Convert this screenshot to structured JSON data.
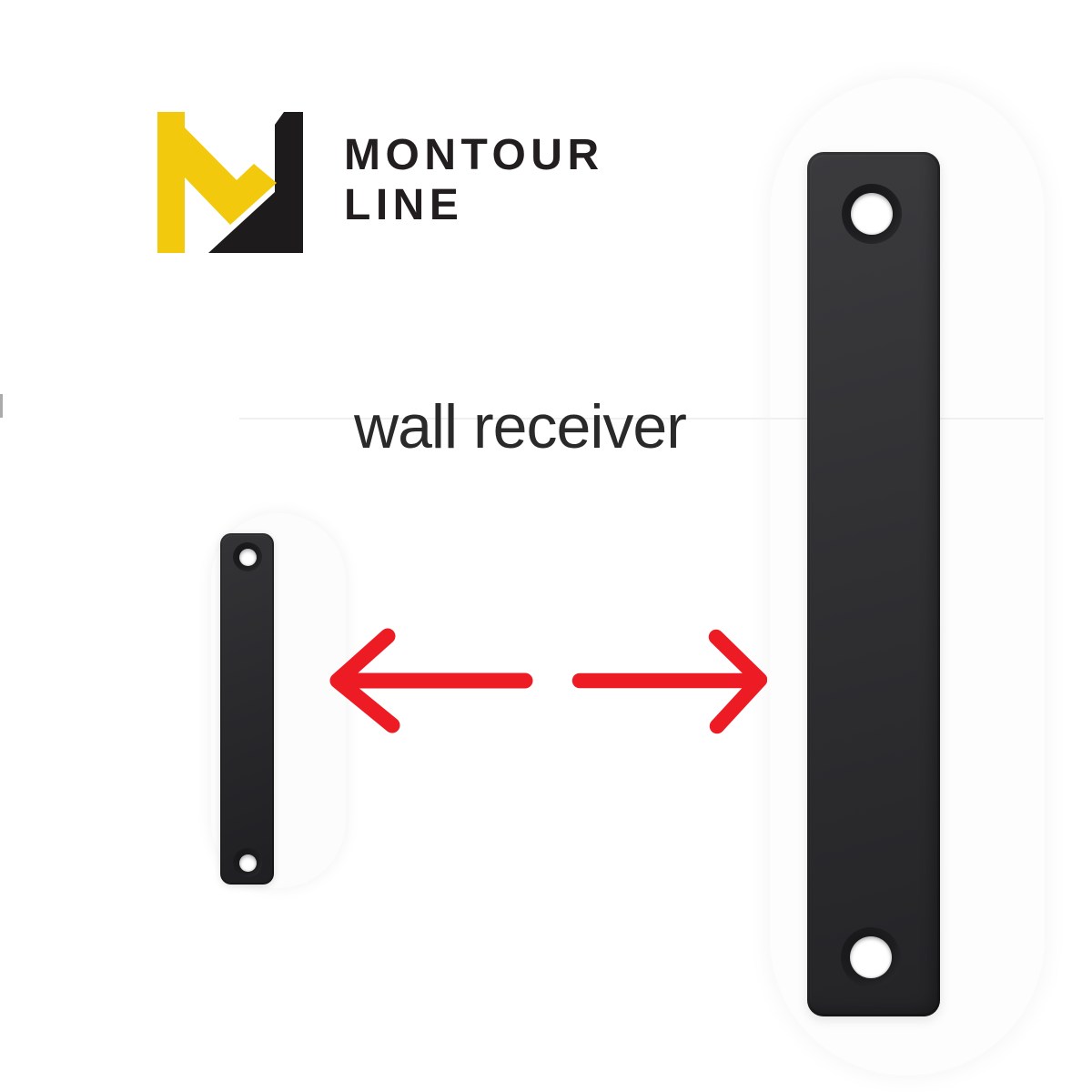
{
  "canvas": {
    "background": "#FFFFFF"
  },
  "brand": {
    "wordmark_line1": "MONTOUR",
    "wordmark_line2": "LINE",
    "colors": {
      "mark_yellow": "#F3C90E",
      "mark_black": "#1E1B1C",
      "wordmark_text": "#221E1F"
    }
  },
  "caption": {
    "text": "wall receiver",
    "color": "#2A2A2A"
  },
  "graphics": {
    "arrow_color": "#ED1C24",
    "icons": {
      "brand_mark": "montour-line-monogram-icon",
      "left_arrow": "left-arrow-icon",
      "right_arrow": "right-arrow-icon"
    },
    "receiver_plate_color": "#2C2C2F",
    "screw_hole_color": "#FFFFFF"
  }
}
